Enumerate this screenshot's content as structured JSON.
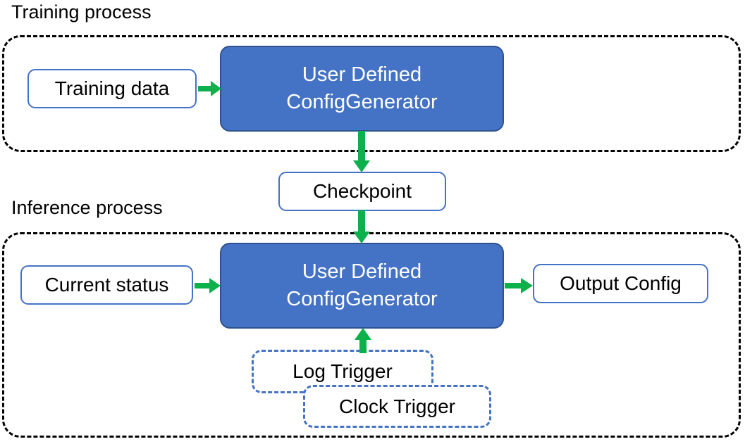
{
  "diagram": {
    "title_training": "Training process",
    "title_inference": "Inference process",
    "accent_blue": "#4472C4",
    "arrow_green": "#0DB14B",
    "container_border": "#000000",
    "nodes": {
      "training_data": "Training data",
      "generator_training": {
        "line1": "User Defined",
        "line2": "ConfigGenerator"
      },
      "checkpoint": "Checkpoint",
      "current_status": "Current status",
      "generator_inference": {
        "line1": "User Defined",
        "line2": "ConfigGenerator"
      },
      "output_config": "Output Config",
      "log_trigger": "Log Trigger",
      "clock_trigger": "Clock Trigger"
    },
    "edges": [
      {
        "from": "training_data",
        "to": "generator_training",
        "direction": "right"
      },
      {
        "from": "generator_training",
        "to": "checkpoint",
        "direction": "down"
      },
      {
        "from": "checkpoint",
        "to": "generator_inference",
        "direction": "down"
      },
      {
        "from": "current_status",
        "to": "generator_inference",
        "direction": "right"
      },
      {
        "from": "generator_inference",
        "to": "output_config",
        "direction": "right"
      },
      {
        "from": "log_trigger",
        "to": "generator_inference",
        "direction": "up"
      }
    ]
  }
}
